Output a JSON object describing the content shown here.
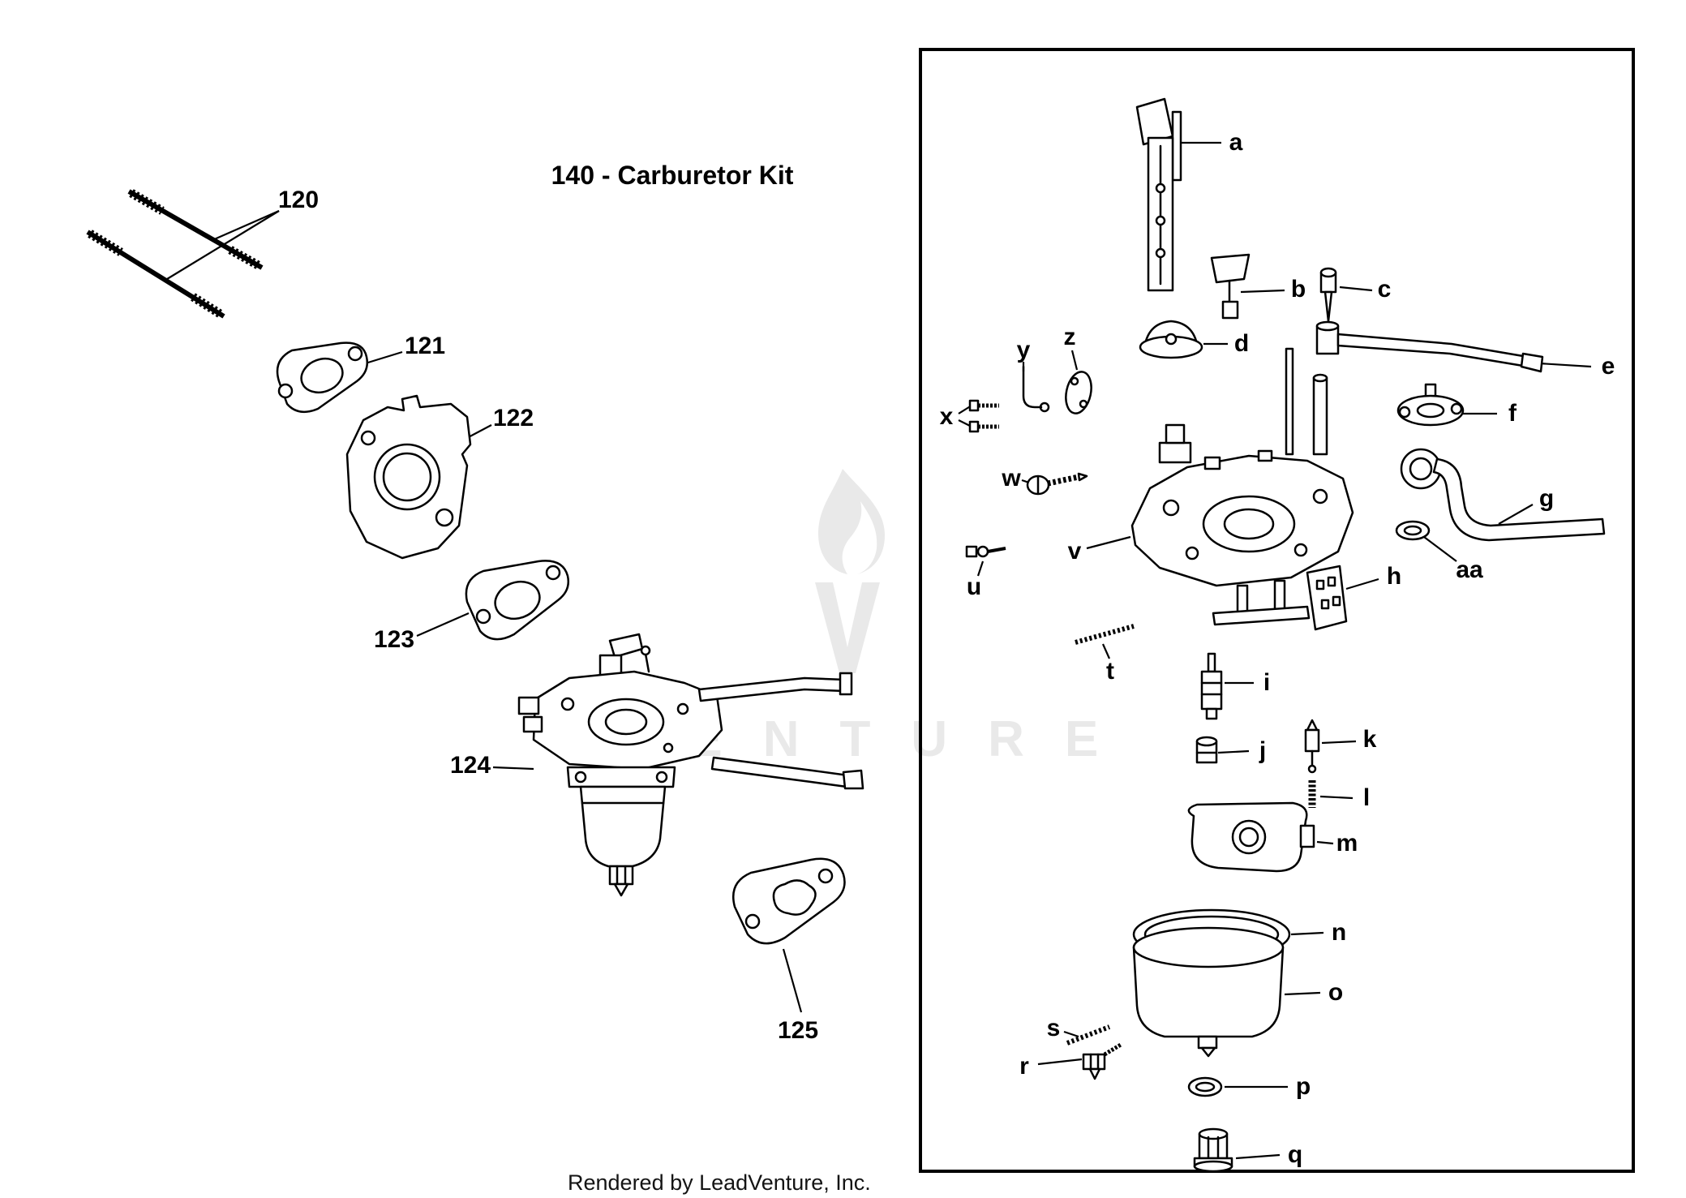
{
  "title": "140 - Carburetor Kit",
  "footer": "Rendered by LeadVenture, Inc.",
  "watermark": {
    "text": "VENTURE"
  },
  "colors": {
    "line": "#000000",
    "background": "#ffffff",
    "watermark": "#e9e9e9"
  },
  "callouts": {
    "120": "120",
    "121": "121",
    "122": "122",
    "123": "123",
    "124": "124",
    "125": "125",
    "a": "a",
    "b": "b",
    "c": "c",
    "d": "d",
    "e": "e",
    "f": "f",
    "g": "g",
    "h": "h",
    "i": "i",
    "j": "j",
    "k": "k",
    "l": "l",
    "m": "m",
    "n": "n",
    "o": "o",
    "p": "p",
    "q": "q",
    "r": "r",
    "s": "s",
    "t": "t",
    "u": "u",
    "v": "v",
    "w": "w",
    "x": "x",
    "y": "y",
    "z": "z",
    "aa": "aa"
  }
}
